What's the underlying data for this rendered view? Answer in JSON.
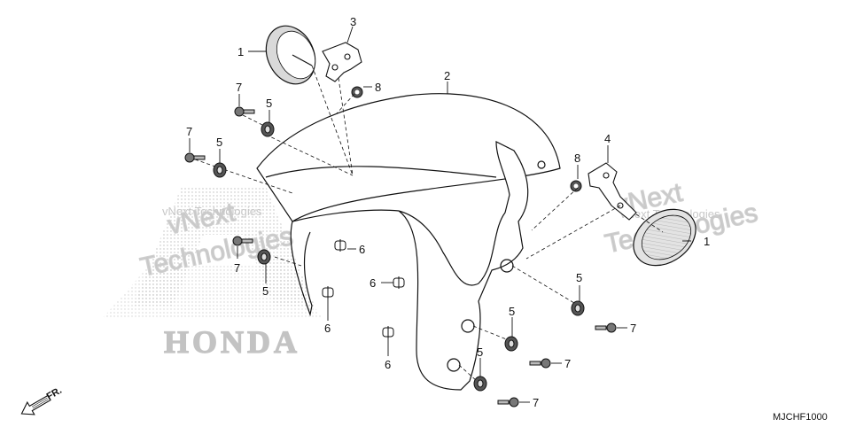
{
  "diagram": {
    "drawing_code": "MJCHF1000",
    "direction_label": "FR.",
    "watermarks": {
      "primary": "vNext Technologies",
      "secondary": "vNext Technologies",
      "brand": "HONDA"
    },
    "callouts": {
      "c1a": "1",
      "c1b": "1",
      "c2": "2",
      "c3": "3",
      "c4": "4",
      "c5a": "5",
      "c5b": "5",
      "c5c": "5",
      "c5d": "5",
      "c5e": "5",
      "c5f": "5",
      "c6a": "6",
      "c6b": "6",
      "c6c": "6",
      "c6d": "6",
      "c7a": "7",
      "c7b": "7",
      "c7c": "7",
      "c7d": "7",
      "c7e": "7",
      "c7f": "7",
      "c8a": "8",
      "c8b": "8"
    }
  }
}
